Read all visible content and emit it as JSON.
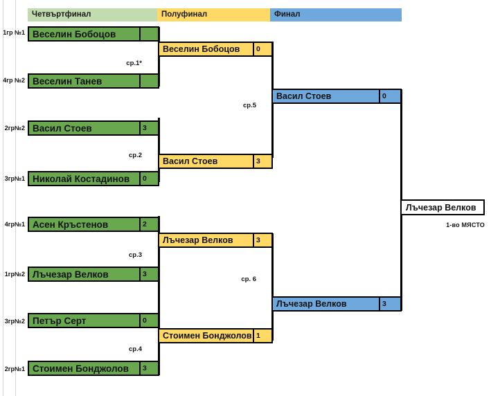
{
  "headers": [
    {
      "id": "quarterfinal",
      "label": "Четвъртфинал",
      "color": "#c3dcaf"
    },
    {
      "id": "semifinal",
      "label": "Полуфинал",
      "color": "#ffd966"
    },
    {
      "id": "final",
      "label": "Финал",
      "color": "#6fa8dc"
    }
  ],
  "quarterfinals": [
    {
      "seed": "1гр №1",
      "name": "Веселин Бобоцов",
      "score": ""
    },
    {
      "seed": "4гр №2",
      "name": "Веселин Танев",
      "score": ""
    },
    {
      "seed": "2гр№2",
      "name": "Васил Стоев",
      "score": "3"
    },
    {
      "seed": "3гр№1",
      "name": "Николай Костадинов",
      "score": "0"
    },
    {
      "seed": "4гр№1",
      "name": "Асен Кръстенов",
      "score": "2"
    },
    {
      "seed": "1гр№2",
      "name": "Лъчезар Велков",
      "score": "3"
    },
    {
      "seed": "3гр№2",
      "name": "Петър Серт",
      "score": "0"
    },
    {
      "seed": "2гр№1",
      "name": "Стоимен Бонджолов",
      "score": "3"
    }
  ],
  "semifinals": [
    {
      "name": "Веселин Бобоцов",
      "score": "0"
    },
    {
      "name": "Васил Стоев",
      "score": "3"
    },
    {
      "name": "Лъчезар Велков",
      "score": "3"
    },
    {
      "name": "Стоимен Бонджолов",
      "score": "1"
    }
  ],
  "finals": [
    {
      "name": "Васил Стоев",
      "score": "0"
    },
    {
      "name": "Лъчезар Велков",
      "score": "3"
    }
  ],
  "champion": {
    "name": "Лъчезар Велков",
    "placement": "1-во МЯСТО"
  },
  "match_labels": [
    {
      "id": "m1",
      "label": "ср.1*"
    },
    {
      "id": "m2",
      "label": "ср.2"
    },
    {
      "id": "m3",
      "label": "ср.3"
    },
    {
      "id": "m4",
      "label": "ср.4"
    },
    {
      "id": "m5",
      "label": "ср.5"
    },
    {
      "id": "m6",
      "label": "ср. 6"
    }
  ],
  "colors": {
    "quarterfinal_header": "#c3dcaf",
    "quarterfinal_slot": "#6aa84f",
    "semifinal": "#ffd966",
    "final": "#6fa8dc",
    "line": "#000000",
    "background": "#ffffff"
  }
}
